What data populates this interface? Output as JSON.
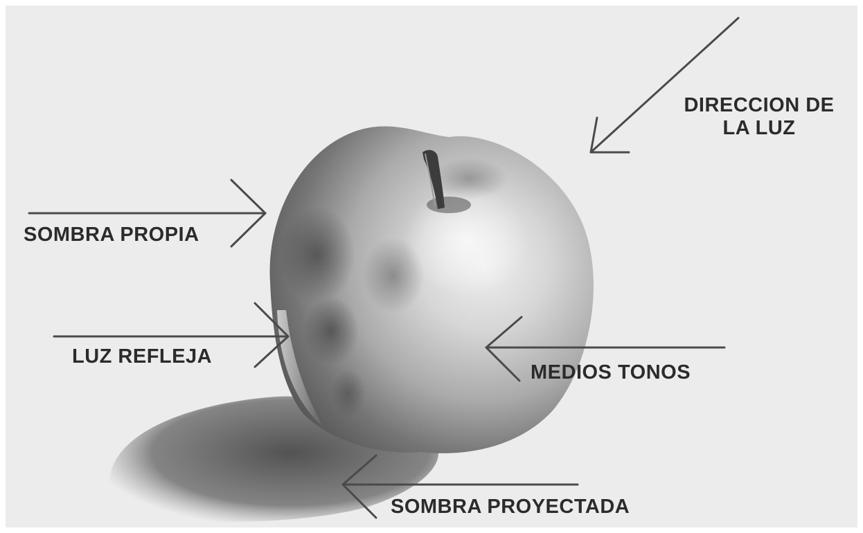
{
  "labels": {
    "light_direction_line1": "DIRECCION DE",
    "light_direction_line2": "LA LUZ",
    "own_shadow": "SOMBRA PROPIA",
    "reflected_light": "LUZ REFLEJA",
    "mid_tones": "MEDIOS TONOS",
    "cast_shadow": "SOMBRA PROYECTADA"
  },
  "colors": {
    "background": "#ececec",
    "text": "#2b2b2b",
    "arrow": "#4a4a4a"
  }
}
